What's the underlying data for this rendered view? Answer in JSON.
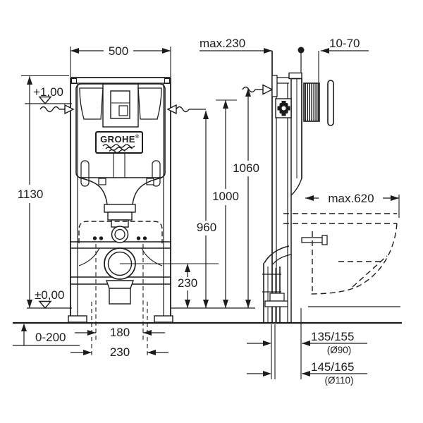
{
  "drawing": {
    "type": "installation-dimensional-drawing",
    "brand_logo": "GROHE",
    "registered_mark": "®",
    "colors": {
      "ink": "#1c1c1c",
      "background": "#ffffff"
    }
  },
  "labels": {
    "front_width": "500",
    "front_height": "1130",
    "level_upper": "+1,00",
    "level_zero": "±0,00",
    "foot_adjust_range": "0-200",
    "stud_spacing": "180",
    "bottom_width": "230",
    "drain_height": "230",
    "height_960": "960",
    "height_1000": "1000",
    "height_1060": "1060",
    "top_offset": "max.230",
    "plate_depth_range": "10-70",
    "pan_depth": "max.620",
    "drain_offset_row1": "135/155",
    "drain_offset_row1_dia": "(Ø90)",
    "drain_offset_row2": "145/165",
    "drain_offset_row2_dia": "(Ø110)"
  }
}
